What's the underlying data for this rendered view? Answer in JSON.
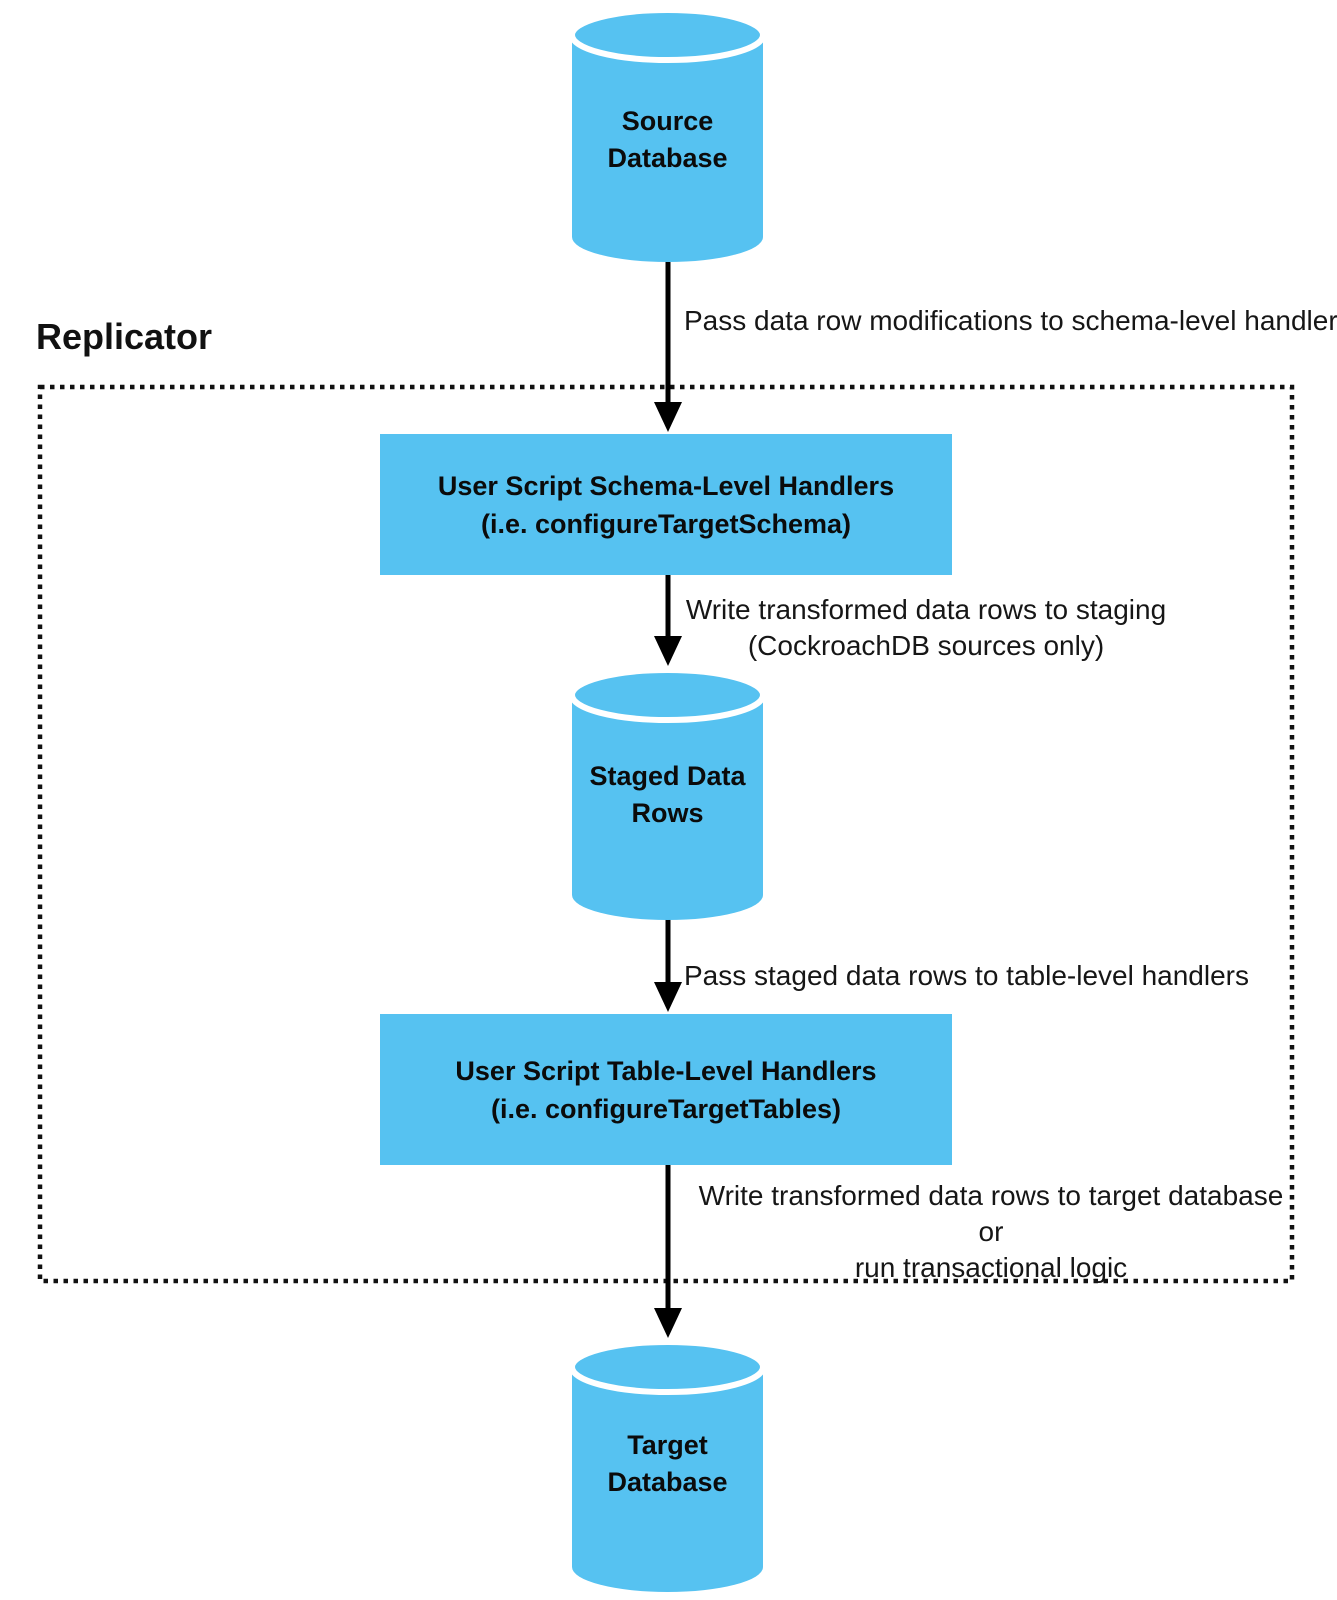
{
  "diagram": {
    "container_title": "Replicator",
    "colors": {
      "node_fill": "#56C2F1",
      "arrow": "#000000",
      "dashed_border": "#111111",
      "background": "#ffffff",
      "text": "#0b0b0b",
      "cylinder_gap": "#ffffff"
    },
    "nodes": {
      "source_db": {
        "shape": "cylinder",
        "line1": "Source",
        "line2": "Database"
      },
      "schema_handlers": {
        "shape": "rect",
        "line1": "User Script Schema-Level Handlers",
        "line2": "(i.e. configureTargetSchema)"
      },
      "staged_rows": {
        "shape": "cylinder",
        "line1": "Staged Data",
        "line2": "Rows"
      },
      "table_handlers": {
        "shape": "rect",
        "line1": "User Script Table-Level Handlers",
        "line2": "(i.e. configureTargetTables)"
      },
      "target_db": {
        "shape": "cylinder",
        "line1": "Target",
        "line2": "Database"
      }
    },
    "edges": {
      "source_to_schema": {
        "label": "Pass data row modifications to schema-level handlers"
      },
      "schema_to_staging": {
        "line1": "Write transformed data rows to staging",
        "line2": "(CockroachDB sources only)"
      },
      "staging_to_table": {
        "label": "Pass staged data rows to table-level handlers"
      },
      "table_to_target": {
        "line1": "Write transformed data rows to target database or",
        "line2": "run transactional logic"
      }
    }
  }
}
